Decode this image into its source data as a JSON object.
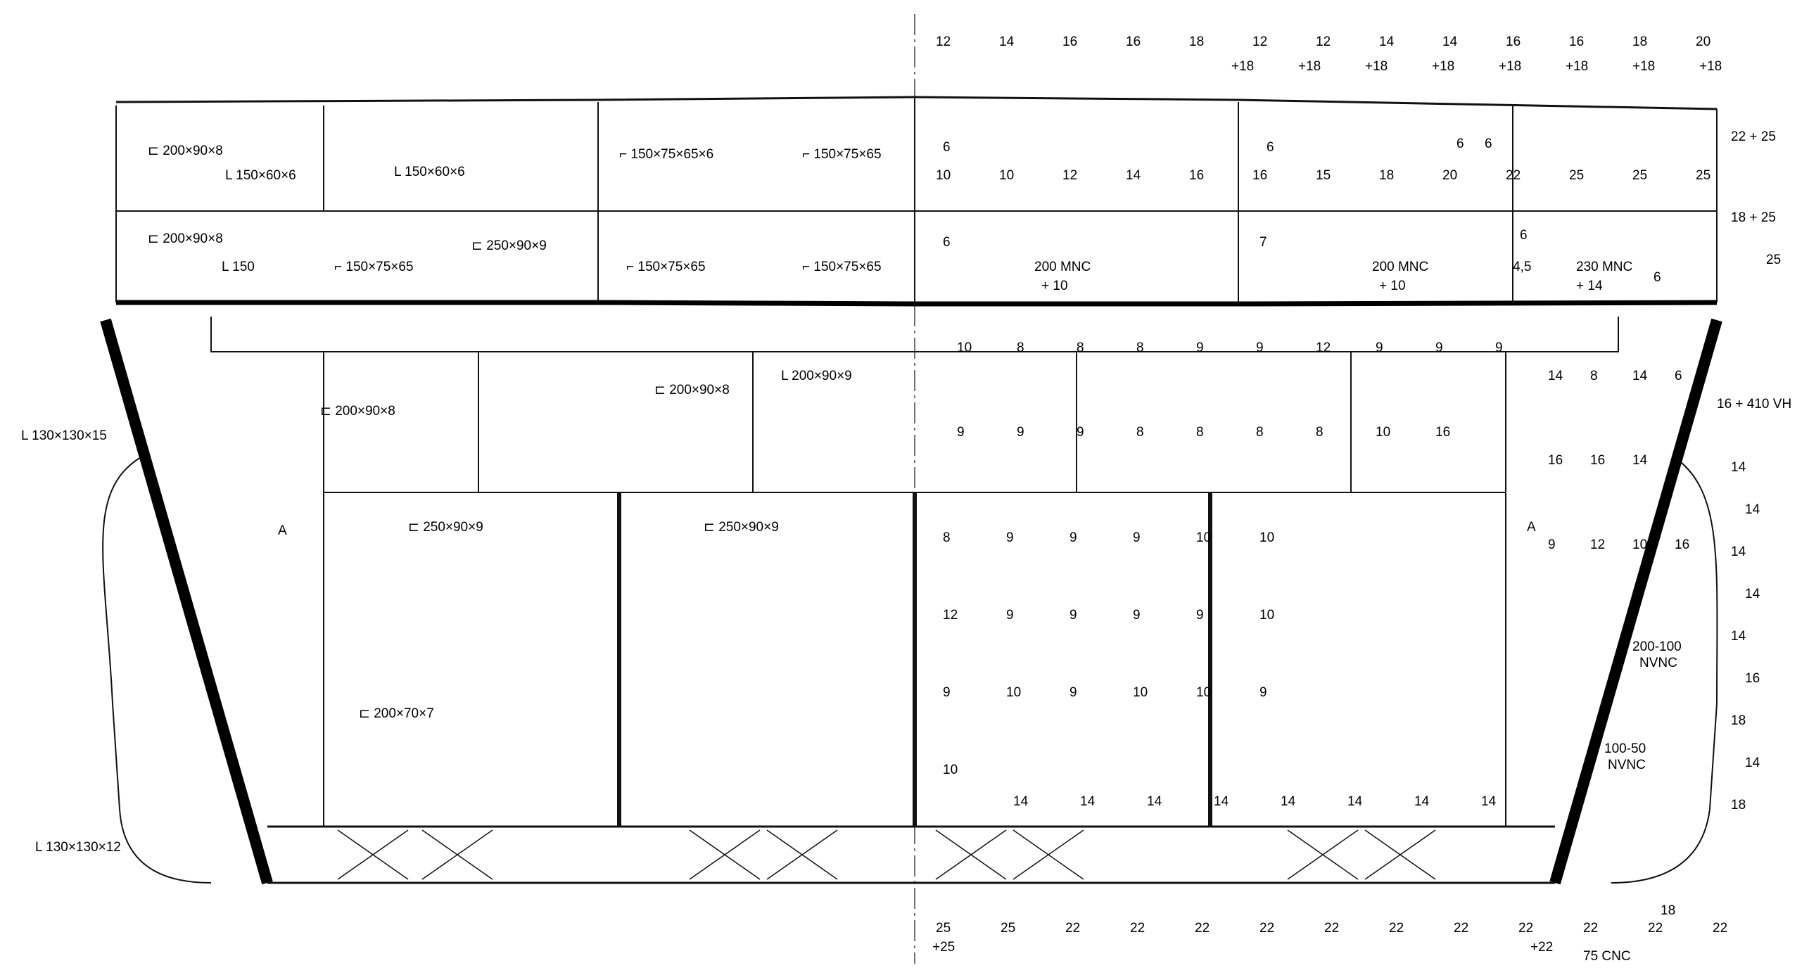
{
  "drawing": {
    "colors": {
      "line": "#111111",
      "paper": "#ffffff",
      "heavy": "#000000"
    }
  },
  "labels": {
    "upper_deck_plate": [
      "12",
      "14",
      "16",
      "16",
      "18",
      "12",
      "12",
      "14",
      "14",
      "16",
      "16",
      "18",
      "20"
    ],
    "upper_deck_plate_plus": [
      "+18",
      "+18",
      "+18",
      "+18",
      "+18",
      "+18",
      "+18",
      "+18"
    ],
    "frame_upper_left_1": "⊏ 200×90×8",
    "frame_upper_left_2": "L 150×60×6",
    "frame_upper_left_3": "L 150×60×6",
    "frame_upper_mid_1": "⌐ 150×75×65×6",
    "frame_upper_mid_2": "⌐ 150×75×65",
    "upper_right_edge": "22 + 25",
    "web_upper_6a": "6",
    "web_upper_6b": "6",
    "web_upper_6c": "6",
    "web_upper_6d": "6",
    "deck2_plate": [
      "10",
      "10",
      "12",
      "14",
      "16",
      "16",
      "15",
      "18",
      "20",
      "22",
      "25",
      "25",
      "25"
    ],
    "deck2_right_edge": "18 + 25",
    "frame_mid_left_1": "⊏ 200×90×8",
    "frame_mid_left_2": "L 150",
    "frame_mid_left_3": "⌐ 150×75×65",
    "frame_mid_left_4": "⊏ 250×90×9",
    "frame_mid_5": "⌐ 150×75×65",
    "frame_mid_6": "⌐ 150×75×65",
    "web_mid_6a": "6",
    "web_mid_7": "7",
    "web_mid_6b": "6",
    "web_mid_45": "4,5",
    "mnc_1": "200 MNC",
    "mnc_1_plus": "+ 10",
    "mnc_2": "200 MNC",
    "mnc_2_plus": "+ 10",
    "mnc_3": "230 MNC",
    "mnc_3_plus": "+ 14",
    "mnc_3_web": "6",
    "deck3_right_edge": "25",
    "side_angle_upper": "L 130×130×15",
    "side_angle_lower": "L 130×130×12",
    "frame_tween_1": "⊏ 200×90×8",
    "frame_tween_2": "⊏ 200×90×8",
    "frame_tween_3": "L 200×90×9",
    "frame_tween_4": "⊏ 250×90×9",
    "frame_tween_5": "⊏ 250×90×9",
    "frame_lower_side": "⊏ 200×70×7",
    "section_mark_left": "A",
    "section_mark_right": "A",
    "right_side_main": "16 + 410 VH",
    "tween_webs": [
      "10",
      "8",
      "8",
      "8",
      "9",
      "9",
      "12",
      "9",
      "9",
      "9",
      "9",
      "9",
      "9",
      "8",
      "8",
      "8",
      "8",
      "10",
      "16"
    ],
    "right_hull_plate": [
      "14",
      "14",
      "14",
      "14",
      "14",
      "16",
      "18",
      "14",
      "18"
    ],
    "right_inner_labels": [
      "14",
      "8",
      "14",
      "6",
      "16",
      "16",
      "14",
      "9",
      "9",
      "12",
      "10",
      "16"
    ],
    "nvnc_1": "200-100",
    "nvnc_1b": "NVNC",
    "nvnc_2": "100-50",
    "nvnc_2b": "NVNC",
    "centre_webs": [
      "8",
      "9",
      "9",
      "9",
      "10",
      "10",
      "12",
      "9",
      "9",
      "9",
      "9",
      "10",
      "9",
      "10",
      "9",
      "10",
      "10",
      "9",
      "10"
    ],
    "double_bottom": [
      "14",
      "14",
      "14",
      "14",
      "14",
      "14",
      "14",
      "14"
    ],
    "bottom_plate": [
      "25",
      "25",
      "22",
      "22",
      "22",
      "22",
      "22",
      "22",
      "22",
      "22",
      "22",
      "22",
      "22"
    ],
    "bottom_plus": [
      "+25",
      "+22"
    ],
    "keel": "75 CNC",
    "bilge": "18"
  }
}
